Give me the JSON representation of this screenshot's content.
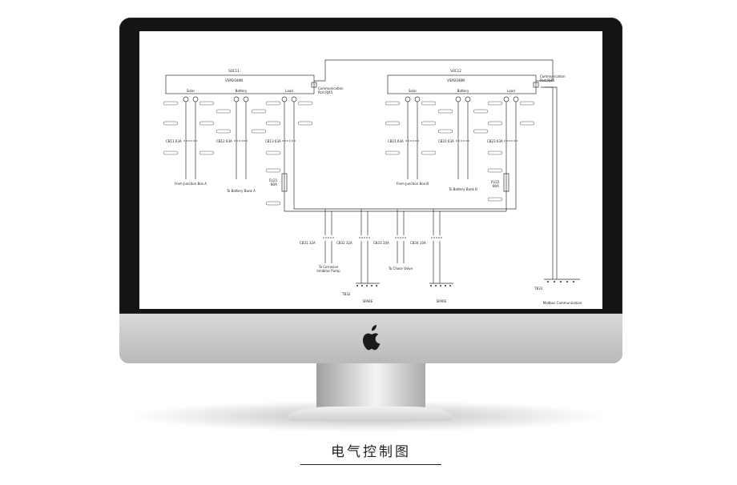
{
  "caption": "电气控制图",
  "schematic": {
    "left_panel": {
      "label": "SOC11",
      "device": "VSM2048N",
      "groups": [
        "Solar",
        "Battery",
        "Load"
      ],
      "breakers": [
        "CB11 63A",
        "CB12 63A",
        "CB13 63A"
      ],
      "fuse": [
        "FU21",
        "80A"
      ],
      "dest_left": "From Junction Box A",
      "dest_mid": "To Battery Bank A",
      "comm_port": [
        "Communication",
        "Port RJ45"
      ]
    },
    "right_panel": {
      "label": "SOC12",
      "device": "VSM2048N",
      "groups": [
        "Solar",
        "Battery",
        "Load"
      ],
      "breakers": [
        "CB21 63A",
        "CB22 63A",
        "CB23 63A"
      ],
      "fuse": [
        "FU22",
        "80A"
      ],
      "dest_left": "From Junction Box B",
      "dest_mid": "To Battery Bank B",
      "comm_port": [
        "Communication",
        "Port RJ45"
      ]
    },
    "bottom": {
      "breakers": [
        "CB31 32A",
        "CB32 32A",
        "CB33 10A",
        "CB34 10A"
      ],
      "dest_pump": [
        "To Corrosion",
        "Inhibitor Pump"
      ],
      "dest_valve": "To Chose Valve",
      "terminal": "TB32",
      "spare_1": "SPARE",
      "spare_2": "SPARE",
      "modbus_terminal": "TB33",
      "modbus": "Modbus Communication"
    }
  },
  "icons": {
    "logo": "apple-logo-icon"
  }
}
